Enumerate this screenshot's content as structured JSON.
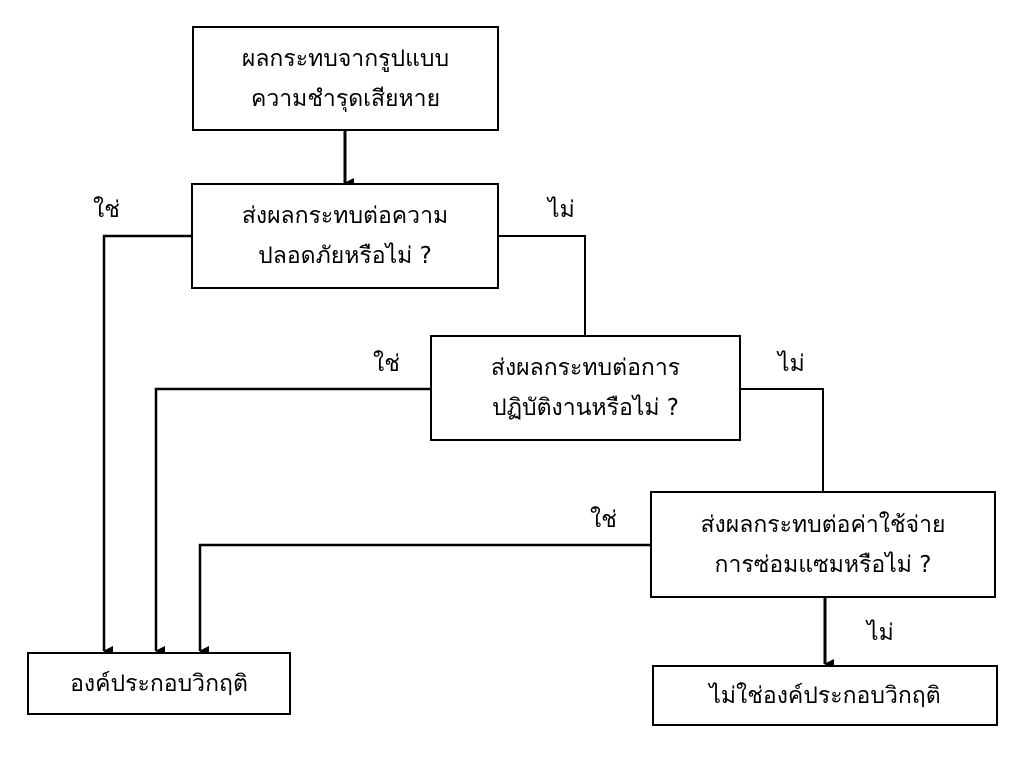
{
  "nodes": {
    "start": {
      "line1": "ผลกระทบจากรูปแบบ",
      "line2": "ความชำรุดเสียหาย"
    },
    "q_safety": {
      "line1": "ส่งผลกระทบต่อความ",
      "line2": "ปลอดภัยหรือไม่ ?"
    },
    "q_operation": {
      "line1": "ส่งผลกระทบต่อการ",
      "line2": "ปฏิบัติงานหรือไม่ ?"
    },
    "q_cost": {
      "line1": "ส่งผลกระทบต่อค่าใช้จ่าย",
      "line2": "การซ่อมแซมหรือไม่ ?"
    },
    "critical": {
      "label": "องค์ประกอบวิกฤติ"
    },
    "non_critical": {
      "label": "ไม่ใช่องค์ประกอบวิกฤติ"
    }
  },
  "edge_labels": {
    "safety_yes": "ใช่",
    "safety_no": "ไม่",
    "operation_yes": "ใช่",
    "operation_no": "ไม่",
    "cost_yes": "ใช่",
    "cost_no": "ไม่"
  }
}
